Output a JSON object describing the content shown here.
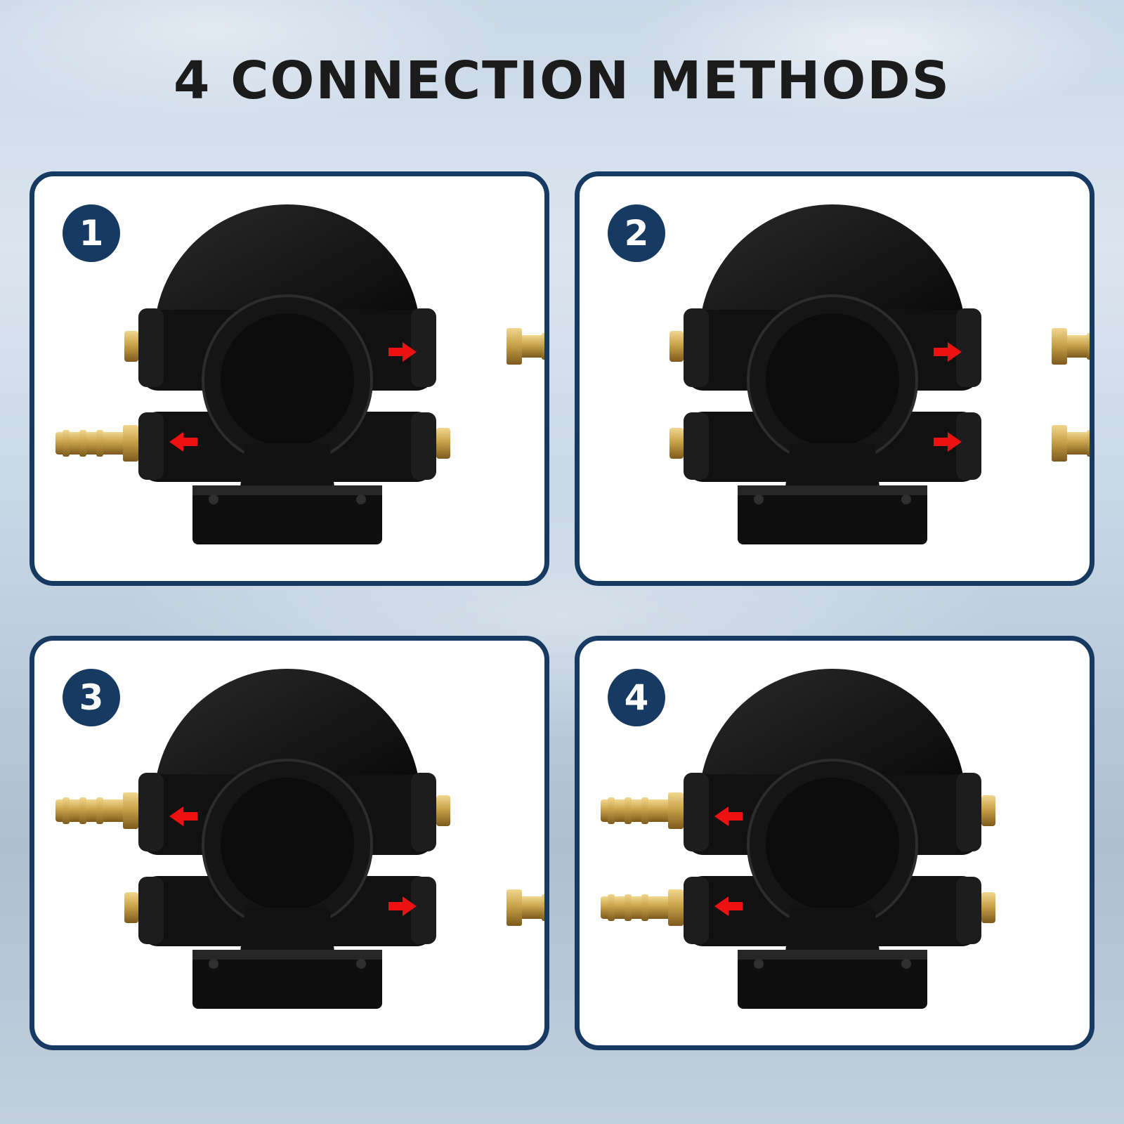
{
  "title": "4 CONNECTION METHODS",
  "colors": {
    "card_border": "#173a62",
    "badge_fill": "#173a62",
    "arrow": "#ee1111",
    "brass": "#c9a24a",
    "body": "#101010"
  },
  "icons": [
    "fitting-illustration",
    "flow-arrow-icon",
    "brass-barb-icon",
    "hex-plug-icon"
  ],
  "methods": [
    {
      "number": "1"
    },
    {
      "number": "2"
    },
    {
      "number": "3"
    },
    {
      "number": "4"
    }
  ]
}
